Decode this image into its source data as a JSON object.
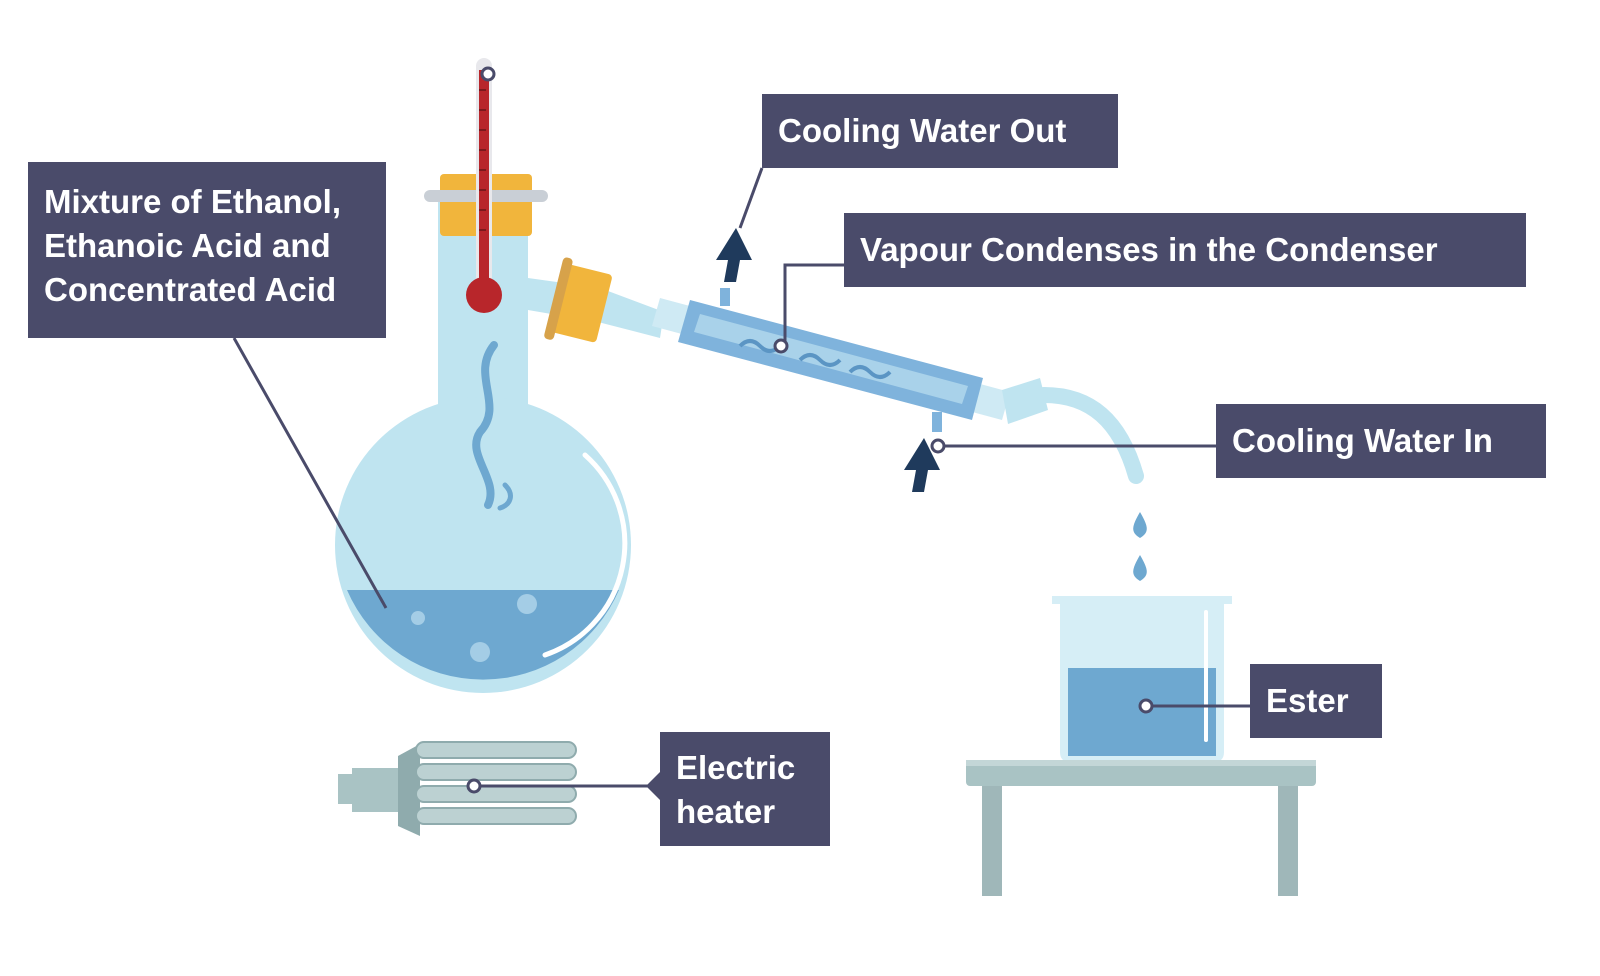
{
  "labels": {
    "mixture": [
      "Mixture of Ethanol,",
      "Ethanoic Acid and",
      "Concentrated Acid"
    ],
    "cooling_out": "Cooling Water Out",
    "vapour": "Vapour Condenses in the Condenser",
    "cooling_in": "Cooling Water In",
    "ester": "Ester",
    "heater": [
      "Electric",
      "heater"
    ]
  },
  "colors": {
    "label_background": "#4a4b6a",
    "label_text": "#ffffff",
    "glass": "#bfe4f0",
    "liquid": "#6ea8d0",
    "condenser_jacket": "#7fb3dc",
    "thermometer_red": "#b8262b",
    "stopper_orange": "#f1b53c",
    "arrow_navy": "#1f3a5c",
    "heater_grey": "#a9c3c4",
    "stand_grey": "#9fb7b9"
  },
  "icons": [
    "thermometer-icon",
    "up-arrow-icon",
    "water-drop-icon",
    "steam-icon"
  ]
}
